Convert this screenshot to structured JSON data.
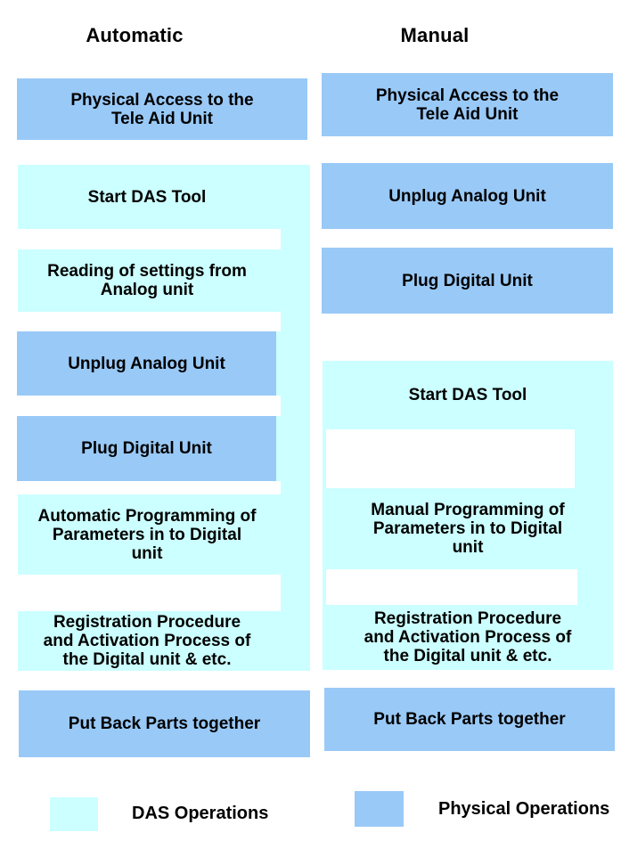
{
  "colors": {
    "das_operations": "#ccffff",
    "physical_operations": "#99c9f7",
    "text": "#000000",
    "background": "#ffffff"
  },
  "diagram": {
    "columns": [
      {
        "header": "Automatic",
        "steps": [
          {
            "id": "physical-access",
            "type": "physical-operation",
            "label": "Physical Access to the\nTele Aid Unit"
          },
          {
            "id": "start-das-tool",
            "type": "das-operation",
            "label": "Start DAS Tool"
          },
          {
            "id": "reading-settings",
            "type": "das-operation",
            "label": "Reading of settings from\nAnalog unit"
          },
          {
            "id": "unplug-analog-unit",
            "type": "physical-operation",
            "label": "Unplug Analog Unit"
          },
          {
            "id": "plug-digital-unit",
            "type": "physical-operation",
            "label": "Plug Digital Unit"
          },
          {
            "id": "automatic-programming",
            "type": "das-operation",
            "label": "Automatic Programming of\nParameters in to Digital\nunit"
          },
          {
            "id": "registration-procedure",
            "type": "das-operation",
            "label": "Registration Procedure\nand Activation Process of\nthe Digital unit & etc."
          },
          {
            "id": "put-back-parts",
            "type": "physical-operation",
            "label": "Put Back Parts together"
          }
        ]
      },
      {
        "header": "Manual",
        "steps": [
          {
            "id": "physical-access",
            "type": "physical-operation",
            "label": "Physical Access to the\nTele Aid Unit"
          },
          {
            "id": "unplug-analog-unit",
            "type": "physical-operation",
            "label": "Unplug Analog Unit"
          },
          {
            "id": "plug-digital-unit",
            "type": "physical-operation",
            "label": "Plug Digital Unit"
          },
          {
            "id": "start-das-tool",
            "type": "das-operation",
            "label": "Start DAS Tool"
          },
          {
            "id": "manual-programming",
            "type": "das-operation",
            "label": "Manual Programming of\nParameters in to Digital\nunit"
          },
          {
            "id": "registration-procedure",
            "type": "das-operation",
            "label": "Registration Procedure\nand Activation Process of\nthe Digital unit & etc."
          },
          {
            "id": "put-back-parts",
            "type": "physical-operation",
            "label": "Put Back Parts together"
          }
        ]
      }
    ]
  },
  "legend": {
    "das_label": "DAS Operations",
    "physical_label": "Physical Operations"
  }
}
